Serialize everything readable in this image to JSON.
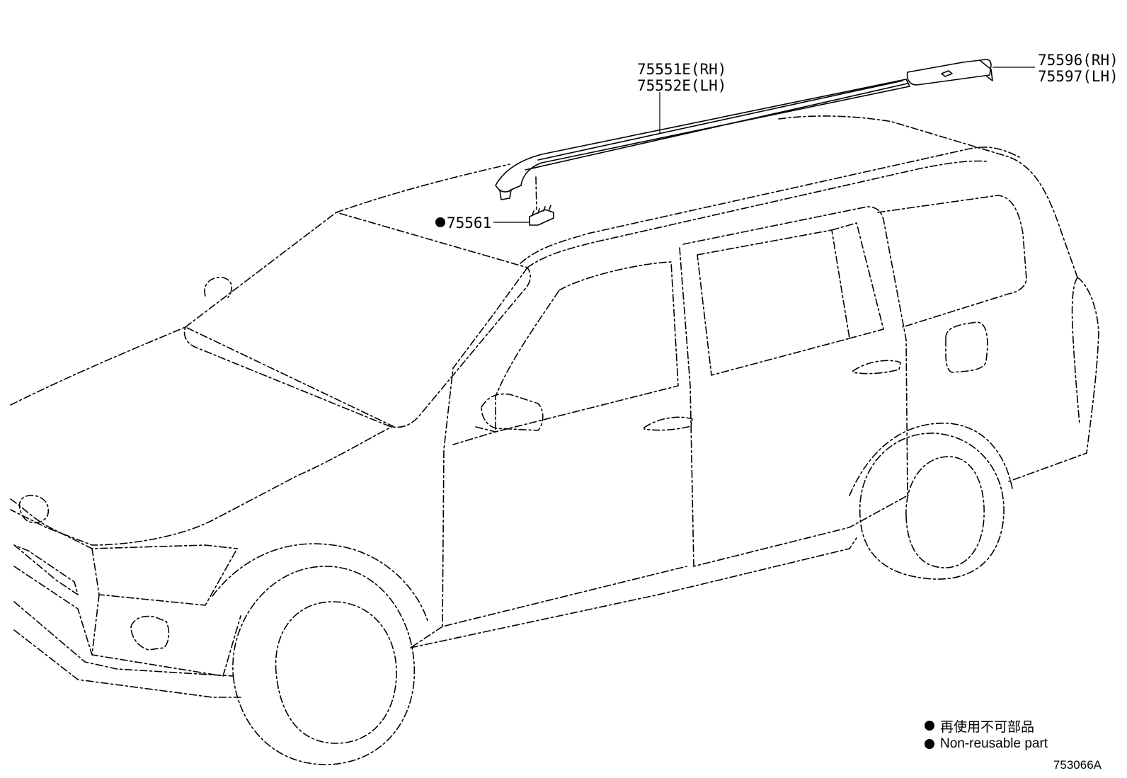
{
  "callouts": {
    "roof_molding_rh": "75551E(RH)",
    "roof_molding_lh": "75552E(LH)",
    "end_cover_rh": "75596(RH)",
    "end_cover_lh": "75597(LH)",
    "clip": "75561"
  },
  "legend": {
    "jp_text": "再使用不可部品",
    "en_text": "Non-reusable part"
  },
  "diagram_id": "753066A"
}
